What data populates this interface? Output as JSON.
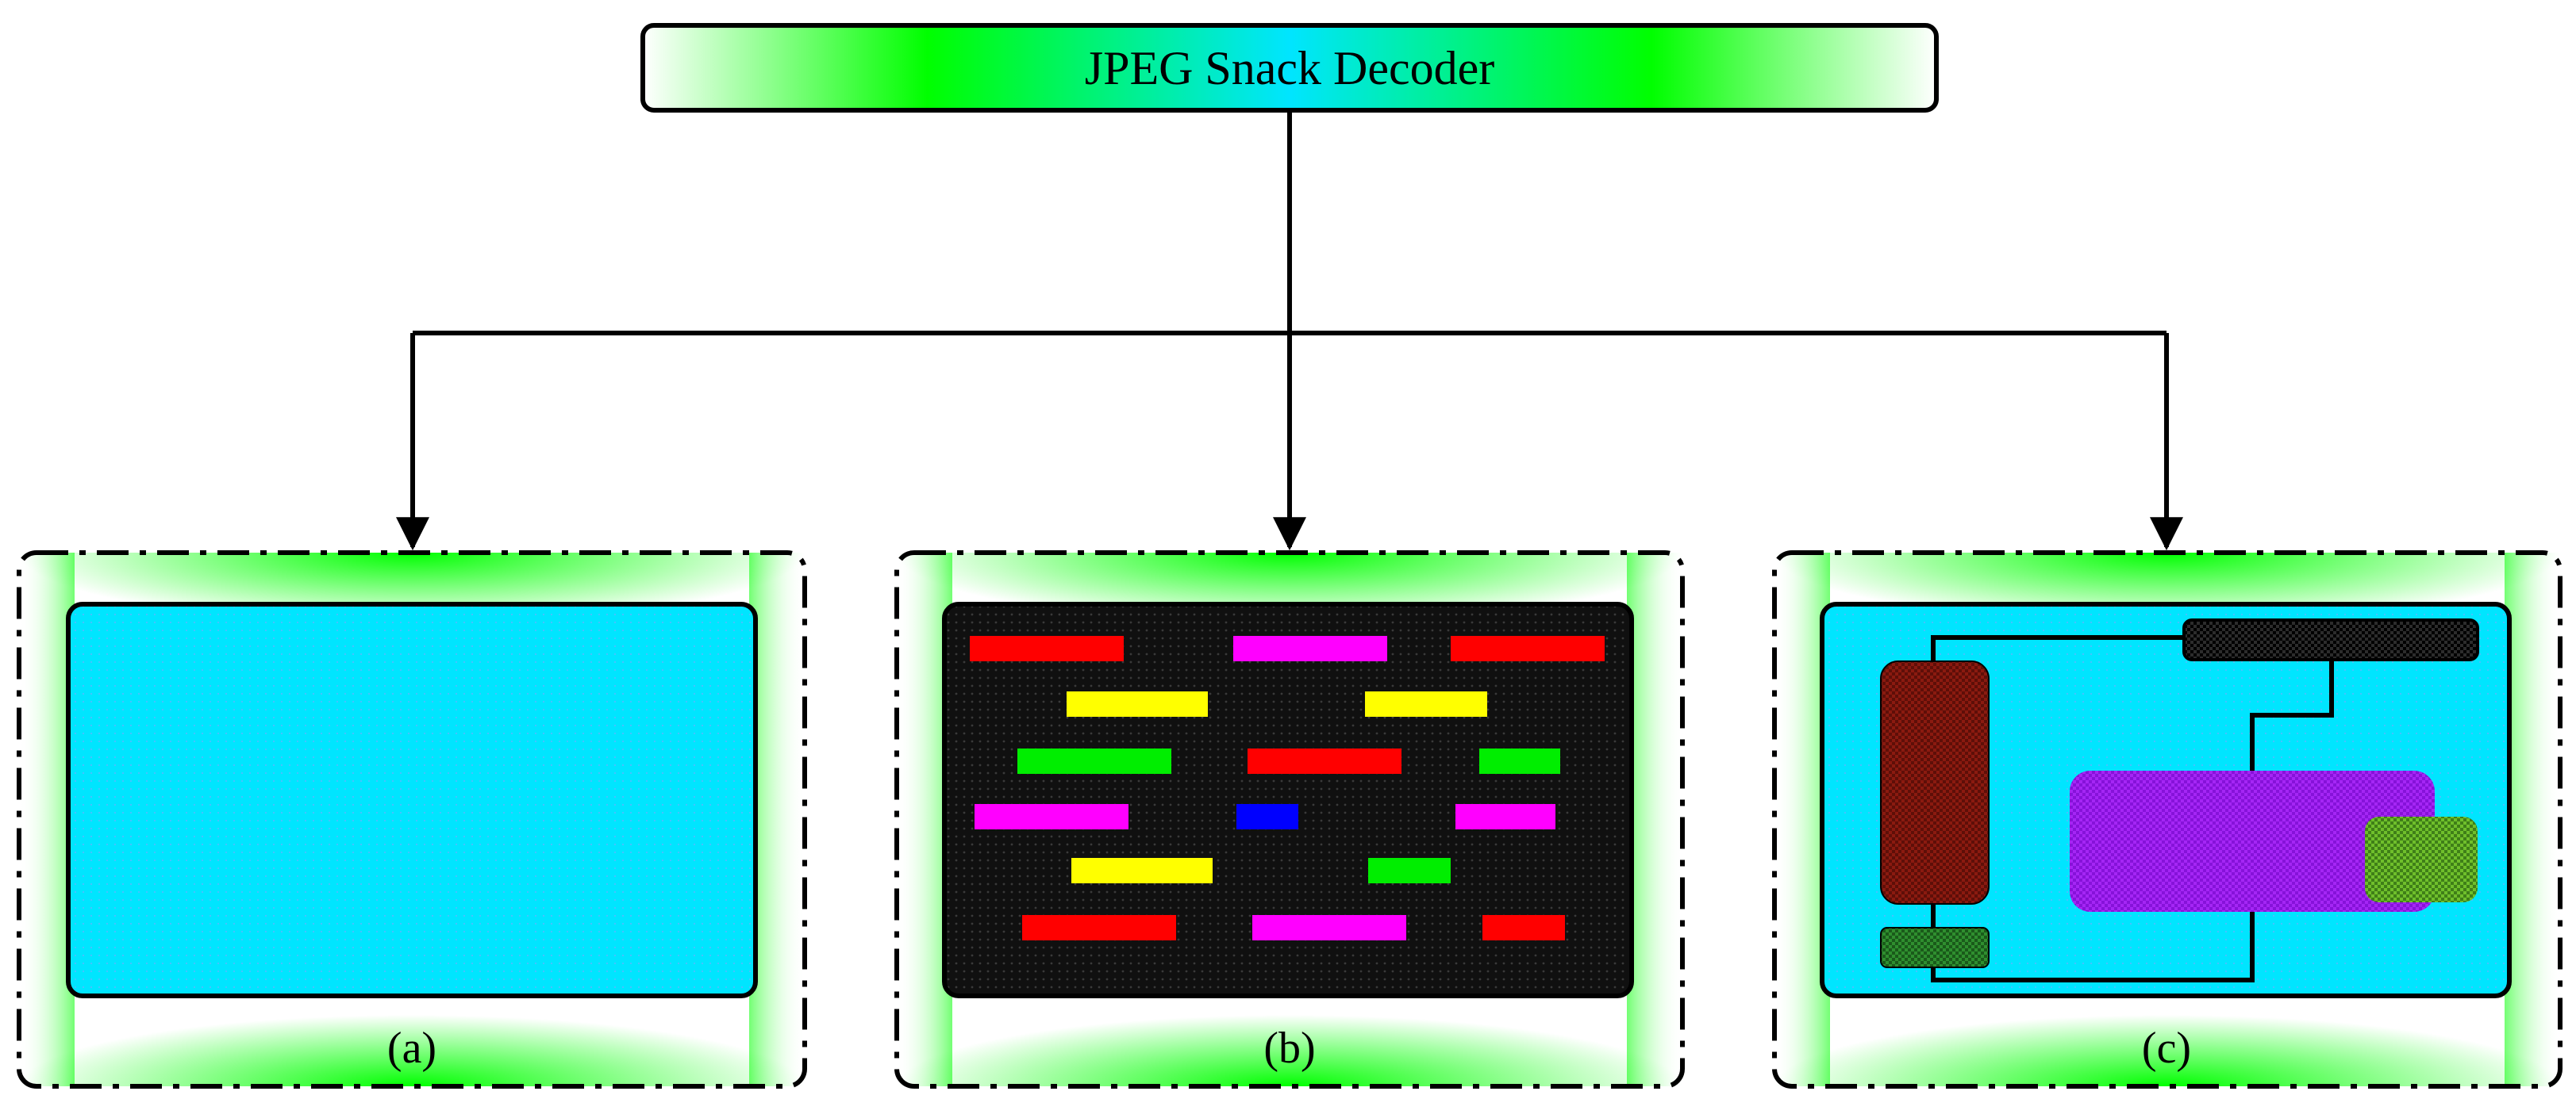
{
  "header": {
    "title": "JPEG Snack Decoder"
  },
  "panels": [
    {
      "id": "a",
      "label": "(a)"
    },
    {
      "id": "b",
      "label": "(b)"
    },
    {
      "id": "c",
      "label": "(c)"
    }
  ],
  "colors": {
    "cyan": "#00e5ff",
    "green": "#00ff00",
    "black": "#000000",
    "dark_panel": "#141414",
    "red": "#ff0000",
    "magenta": "#ff00ff",
    "yellow": "#ffff00",
    "blue": "#0000ff",
    "maroon": "#8b1a10",
    "purple": "#a020f0",
    "olive_green": "#6bb82a",
    "dark_green": "#2e8b2e"
  }
}
